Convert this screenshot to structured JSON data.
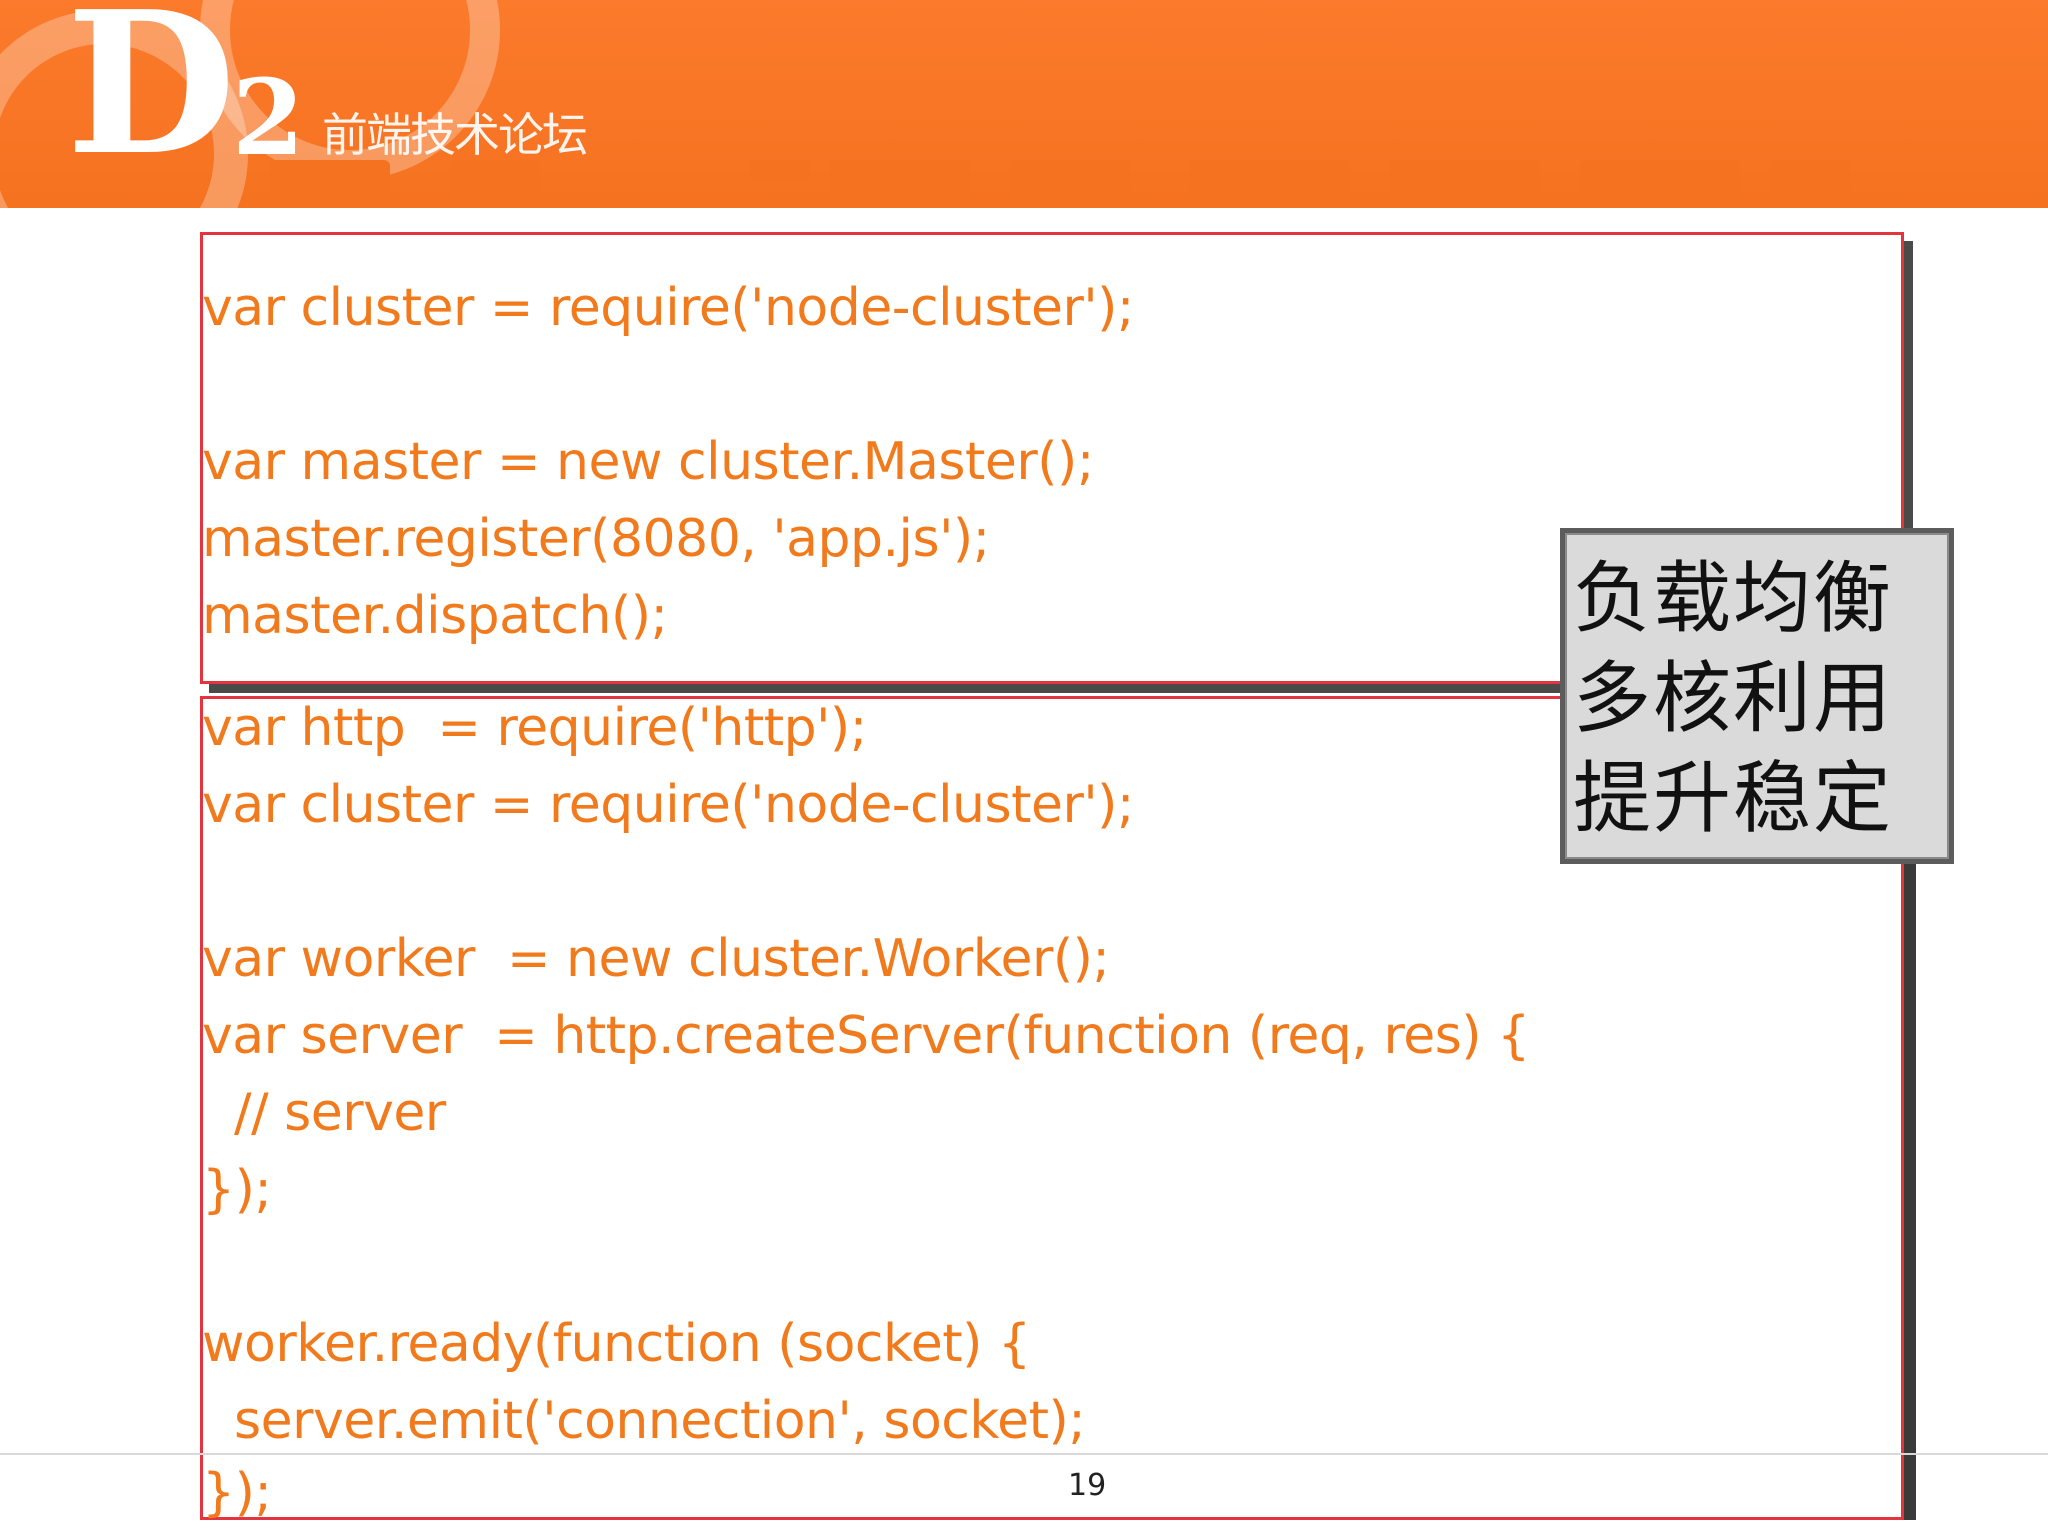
{
  "header": {
    "logo_mark": "D",
    "logo_sup": "2",
    "forum_name": "前端技术论坛"
  },
  "colors": {
    "header_orange": "#f57220",
    "code_text": "#f17a1d",
    "box_border": "#e3343f",
    "callout_bg": "#dadada"
  },
  "code_block_master": {
    "lines": [
      "var cluster = require('node-cluster');",
      "",
      "var master = new cluster.Master();",
      "master.register(8080, 'app.js');",
      "master.dispatch();"
    ]
  },
  "code_block_worker": {
    "lines": [
      "var http  = require('http');",
      "var cluster = require('node-cluster');",
      "",
      "var worker  = new cluster.Worker();",
      "var server  = http.createServer(function (req, res) {",
      "  // server",
      "});",
      "",
      "worker.ready(function (socket) {",
      "  server.emit('connection', socket);",
      "});"
    ]
  },
  "callout": {
    "lines": [
      "负载均衡",
      "多核利用",
      "提升稳定"
    ]
  },
  "footer": {
    "page_number": "19"
  }
}
